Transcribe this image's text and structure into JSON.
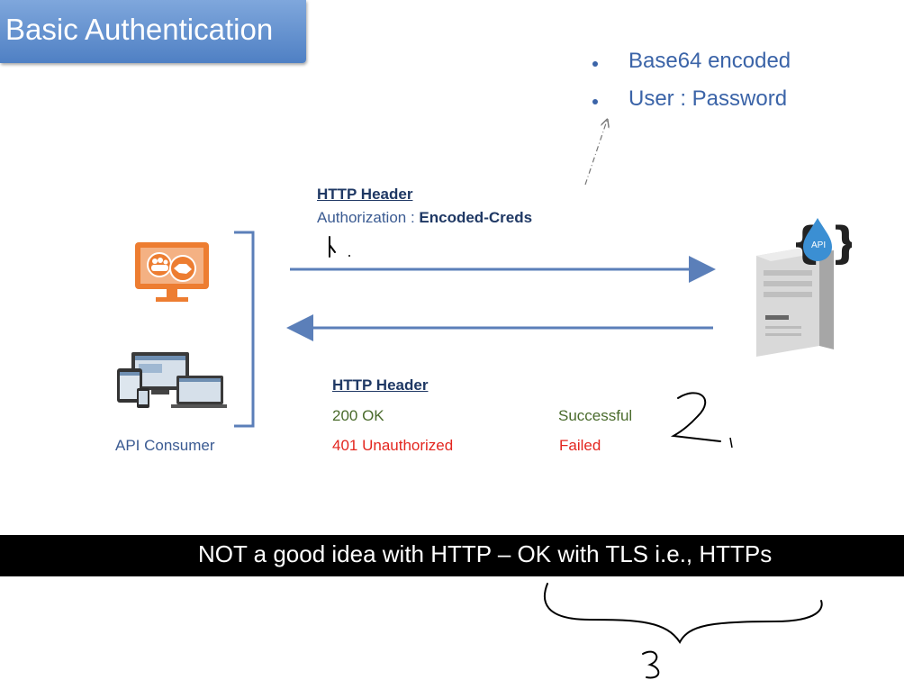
{
  "title": "Basic Authentication",
  "bullets": [
    "Base64 encoded",
    "User : Password"
  ],
  "request": {
    "heading": "HTTP Header",
    "auth_label": "Authorization : ",
    "auth_value": "Encoded-Creds"
  },
  "response": {
    "heading": "HTTP Header",
    "rows": [
      {
        "code": "200 OK",
        "status": "Successful",
        "color": "#4a6b2c"
      },
      {
        "code": "401  Unauthorized",
        "status": "Failed",
        "color": "#e3261f"
      }
    ]
  },
  "consumer_label": "API Consumer",
  "server_badge": "API",
  "banner": "NOT a good idea with HTTP – OK with TLS  i.e., HTTPs",
  "icons": {
    "consumer_monitor": "monitor-handshake-icon",
    "consumer_devices": "devices-icon",
    "server": "api-server-icon"
  }
}
